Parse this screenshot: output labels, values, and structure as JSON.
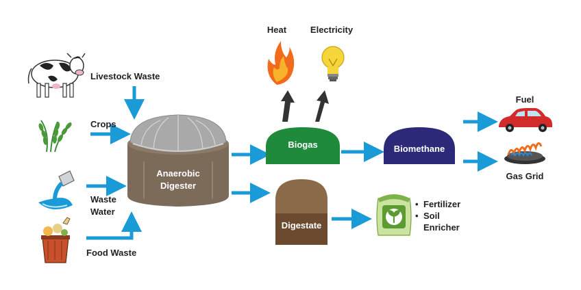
{
  "inputs": {
    "livestock": "Livestock Waste",
    "crops": "Crops",
    "waste_water": [
      "Waste",
      "Water"
    ],
    "food_waste": "Food Waste"
  },
  "digester": {
    "label": [
      "Anaerobic",
      "Digester"
    ]
  },
  "biogas": {
    "label": "Biogas"
  },
  "digestate": {
    "label": "Digestate"
  },
  "biogas_outputs": {
    "heat": "Heat",
    "electricity": "Electricity"
  },
  "biomethane": {
    "label": "Biomethane"
  },
  "biomethane_outputs": {
    "fuel": "Fuel",
    "gas_grid": "Gas Grid"
  },
  "digestate_outputs": [
    "Fertilizer",
    "Soil Enricher"
  ],
  "colors": {
    "arrow_blue": "#1a9ad6",
    "arrow_dark": "#333333",
    "digester_body": "#7d6b5a",
    "digester_dome": "#a9a9a9",
    "biogas_green": "#1f8a3c",
    "biomethane_purple": "#2c2a78",
    "digestate_brown": "#6b4a2f",
    "digestate_top": "#8a6a48",
    "car_red": "#d32a2a",
    "flame_orange": "#f26a1b"
  },
  "icons": [
    "cow-icon",
    "wheat-icon",
    "water-bucket-icon",
    "food-bin-icon",
    "flame-icon",
    "light-bulb-icon",
    "car-icon",
    "gas-burner-icon",
    "fertilizer-bag-icon"
  ]
}
